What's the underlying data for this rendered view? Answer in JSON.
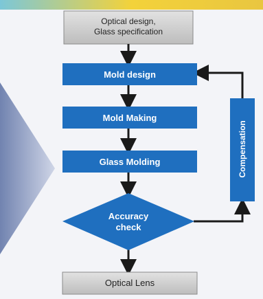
{
  "colors": {
    "blue": "#1f6fbf",
    "blue_dark": "#155a9e",
    "gray_box": "#cfcfcf",
    "arrow": "#1a1a1a",
    "left_bar": "#7d8fb8",
    "top_banner": "#f2cf3b"
  },
  "nodes": {
    "optical_design_line1": "Optical design,",
    "optical_design_line2": "Glass specification",
    "mold_design": "Mold design",
    "mold_making": "Mold Making",
    "glass_molding": "Glass Molding",
    "accuracy_line1": "Accuracy",
    "accuracy_line2": "check",
    "compensation": "Compensation",
    "optical_lens": "Optical Lens"
  }
}
